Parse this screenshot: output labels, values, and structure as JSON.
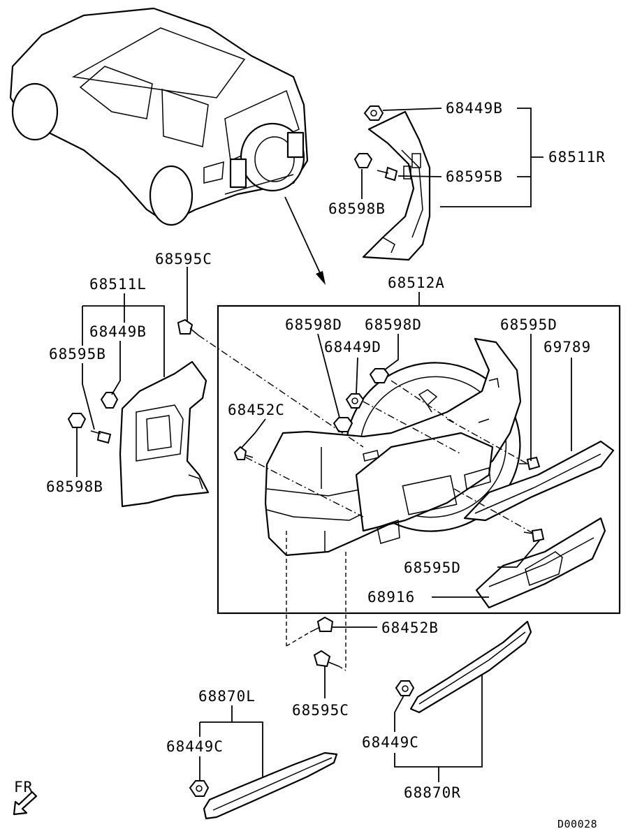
{
  "labels": {
    "p68449B_top": "68449B",
    "p68511R": "68511R",
    "p68595B_top": "68595B",
    "p68598B_top": "68598B",
    "p68595C_top": "68595C",
    "p68511L": "68511L",
    "p68449B_left": "68449B",
    "p68595B_left": "68595B",
    "p68598B_left": "68598B",
    "p68512A": "68512A",
    "p68598D_a": "68598D",
    "p68598D_b": "68598D",
    "p68449D": "68449D",
    "p68595D_top": "68595D",
    "p69789": "69789",
    "p68452C": "68452C",
    "p68595D_bottom": "68595D",
    "p68916": "68916",
    "p68452B": "68452B",
    "p68595C_bottom": "68595C",
    "p68870L": "68870L",
    "p68449C_left": "68449C",
    "p68449C_right": "68449C",
    "p68870R": "68870R",
    "fr": "FR",
    "diagram_code": "D00028"
  },
  "icons": {
    "front_arrow": "fr-arrow-icon"
  }
}
